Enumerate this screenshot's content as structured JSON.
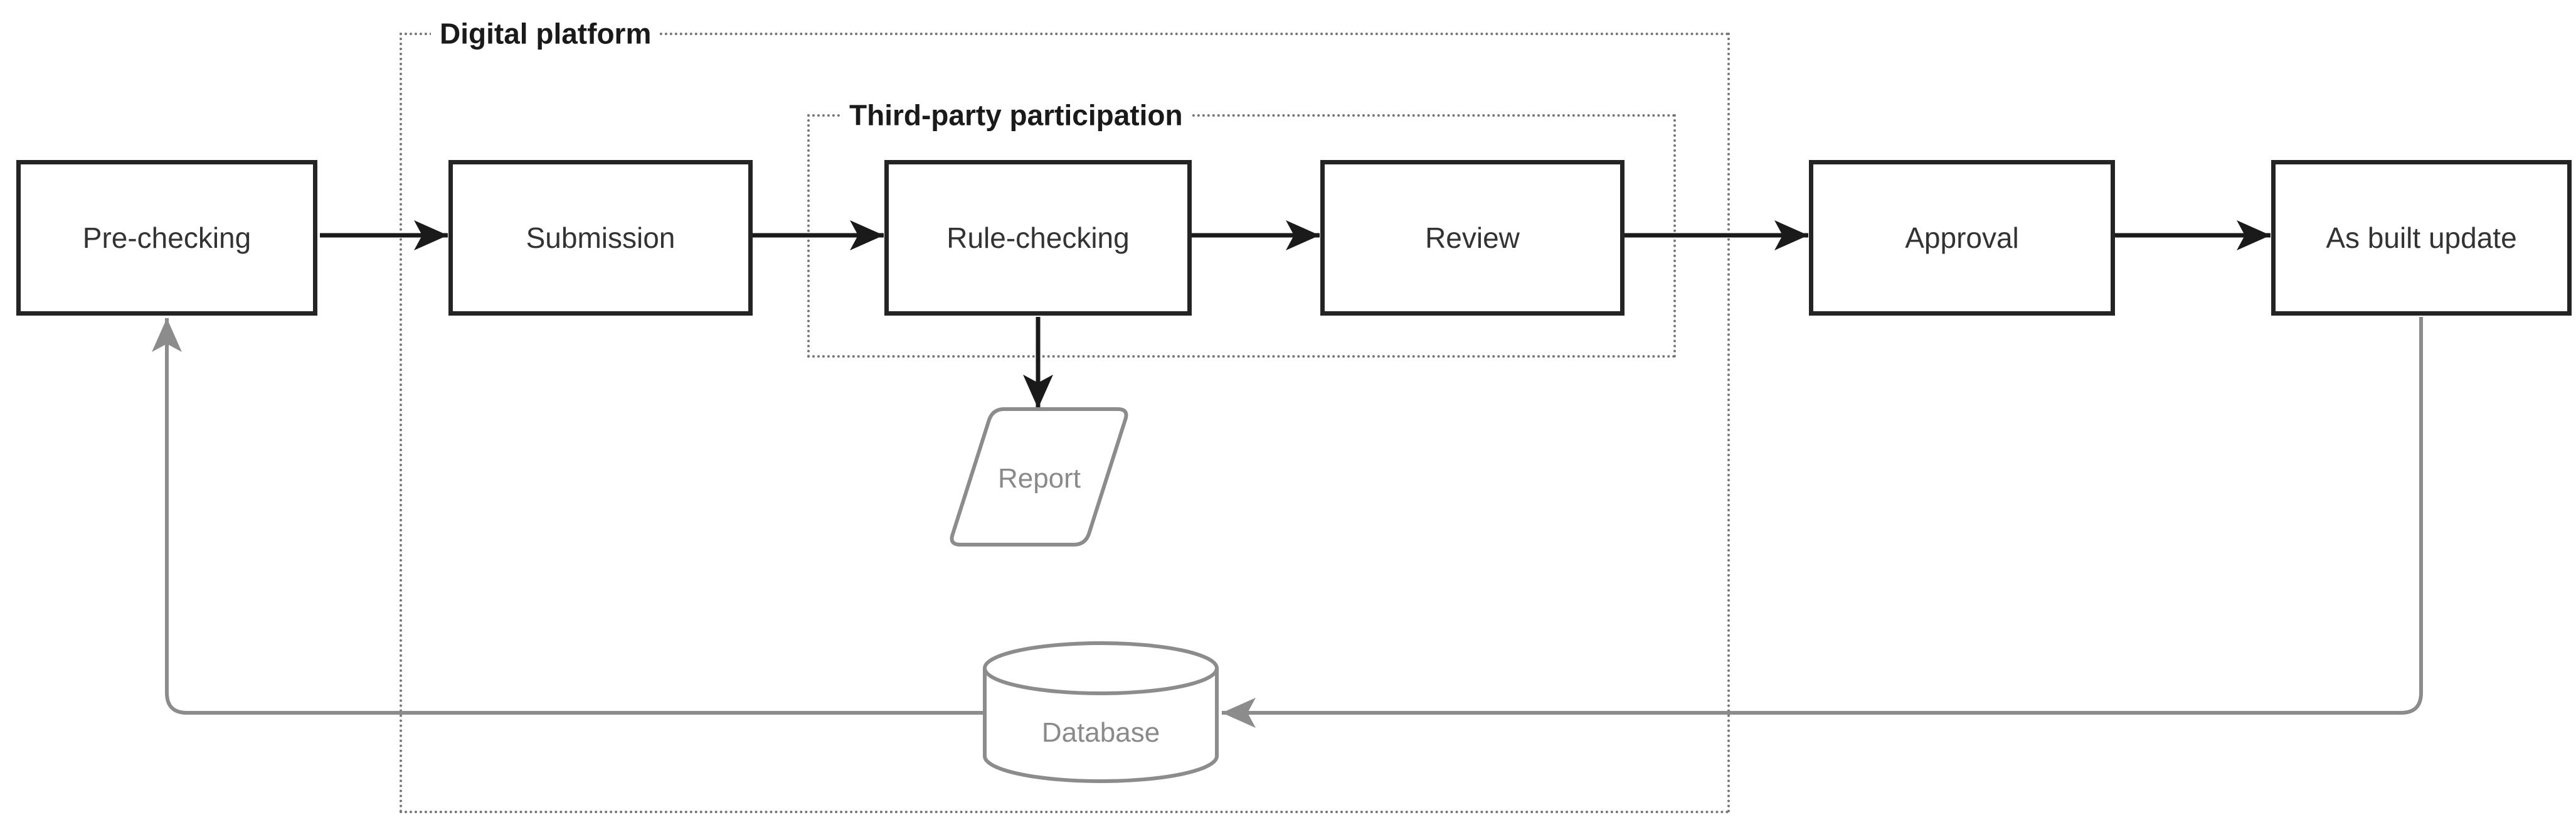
{
  "groups": {
    "digital_platform": {
      "label": "Digital platform"
    },
    "third_party": {
      "label": "Third-party participation"
    }
  },
  "nodes": {
    "pre_checking": {
      "label": "Pre-checking",
      "shape": "rectangle"
    },
    "submission": {
      "label": "Submission",
      "shape": "rectangle"
    },
    "rule_checking": {
      "label": "Rule-checking",
      "shape": "rectangle"
    },
    "review": {
      "label": "Review",
      "shape": "rectangle"
    },
    "approval": {
      "label": "Approval",
      "shape": "rectangle"
    },
    "as_built_update": {
      "label": "As built update",
      "shape": "rectangle"
    },
    "report": {
      "label": "Report",
      "shape": "parallelogram"
    },
    "database": {
      "label": "Database",
      "shape": "cylinder"
    }
  },
  "edges": [
    {
      "from": "pre_checking",
      "to": "submission",
      "color": "black"
    },
    {
      "from": "submission",
      "to": "rule_checking",
      "color": "black"
    },
    {
      "from": "rule_checking",
      "to": "review",
      "color": "black"
    },
    {
      "from": "review",
      "to": "approval",
      "color": "black"
    },
    {
      "from": "approval",
      "to": "as_built_update",
      "color": "black"
    },
    {
      "from": "rule_checking",
      "to": "report",
      "color": "black"
    },
    {
      "from": "as_built_update",
      "to": "database",
      "color": "gray"
    },
    {
      "from": "database",
      "to": "pre_checking",
      "color": "gray"
    }
  ],
  "colors": {
    "background": "#ffffff",
    "node_border": "#242424",
    "node_text": "#333333",
    "group_border": "#767676",
    "group_label_text": "#1a1a1a",
    "connector_black": "#1a1a1a",
    "connector_gray": "#8c8c8c",
    "shape_gray_stroke": "#8c8c8c",
    "shape_gray_text": "#8a8a8a"
  }
}
